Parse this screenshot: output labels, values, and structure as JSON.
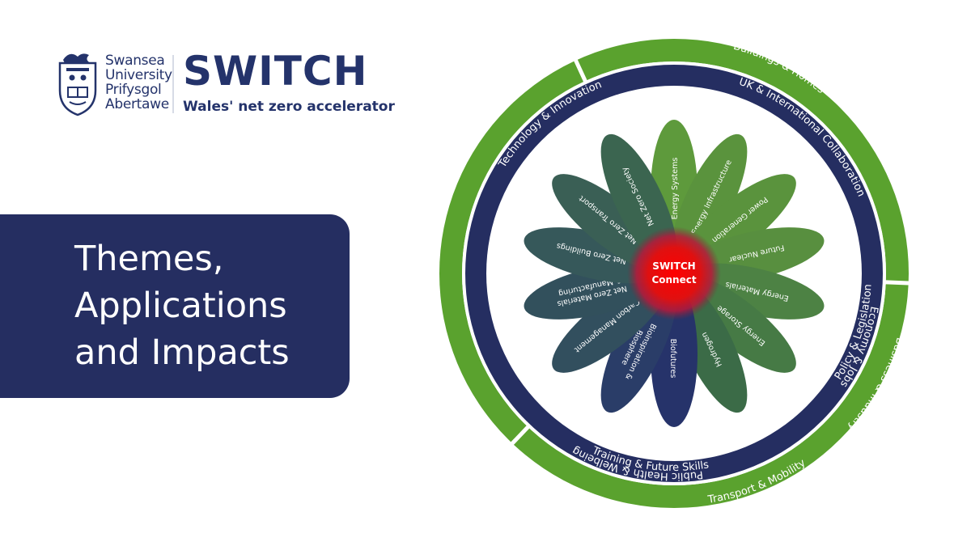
{
  "logo": {
    "university_lines": [
      "Swansea",
      "University",
      "Prifysgol",
      "Abertawe"
    ],
    "brand": "SWITCH",
    "tagline": "Wales' net zero accelerator"
  },
  "heading": {
    "lines": [
      "Themes,",
      "Applications",
      "and Impacts"
    ]
  },
  "diagram": {
    "center": {
      "line1": "SWITCH",
      "line2": "Connect"
    },
    "outer_ring": [
      {
        "label": "Business & Industry"
      },
      {
        "label": "Public Health & Welbeing"
      },
      {
        "label": "Transport & Mobility"
      },
      {
        "label": "Buildings & Homes"
      }
    ],
    "middle_ring": [
      {
        "label": "Economy & Jobs"
      },
      {
        "label": "Public Health & Welbeing"
      },
      {
        "label": "Training & Future Skills"
      },
      {
        "label": "Policy & Legislation"
      },
      {
        "label": "Technology & Innovation"
      },
      {
        "label": "UK & International Collaboration"
      }
    ],
    "petals": [
      {
        "lines": [
          "Energy Systems"
        ],
        "color": "#5e9a3c"
      },
      {
        "lines": [
          "Energy Infrastructure"
        ],
        "color": "#5a933d"
      },
      {
        "lines": [
          "Power Generation"
        ],
        "color": "#5a933d"
      },
      {
        "lines": [
          "Future Nuclear"
        ],
        "color": "#588f3f"
      },
      {
        "lines": [
          "Energy Materials"
        ],
        "color": "#4d8244"
      },
      {
        "lines": [
          "Energy Storage"
        ],
        "color": "#467a45"
      },
      {
        "lines": [
          "Hydrogen"
        ],
        "color": "#3b6b47"
      },
      {
        "lines": [
          "Biofutures"
        ],
        "color": "#26336a"
      },
      {
        "lines": [
          "Bioinspiration &",
          "Biosphere"
        ],
        "color": "#2a3d68"
      },
      {
        "lines": [
          "Carbon Management"
        ],
        "color": "#324f5e"
      },
      {
        "lines": [
          "Net Zero Materials",
          "& Manufacturing"
        ],
        "color": "#32505c"
      },
      {
        "lines": [
          "Net Zero Buildings"
        ],
        "color": "#36585a"
      },
      {
        "lines": [
          "Net Zero Transport"
        ],
        "color": "#3a5f55"
      },
      {
        "lines": [
          "Net Zero Society"
        ],
        "color": "#3b6550"
      }
    ]
  },
  "colors": {
    "navy": "#252e61",
    "green": "#5aa22e",
    "center_red": "#e01010"
  }
}
